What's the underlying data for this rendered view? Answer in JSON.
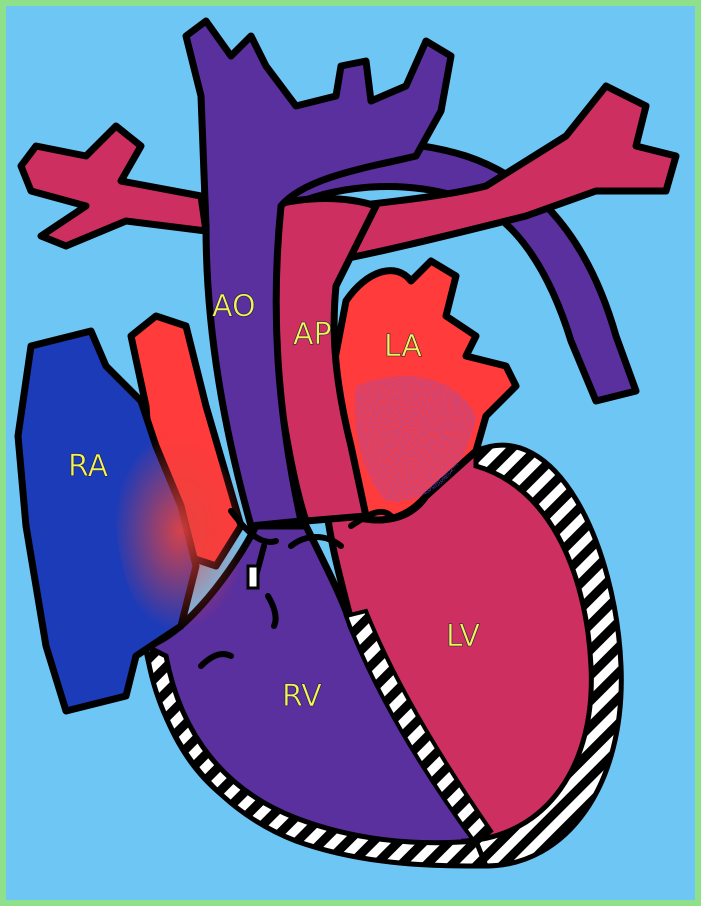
{
  "colors": {
    "frame": "#8fe08a",
    "background": "#6ec6f5",
    "outline": "#000000",
    "right_atrium": "#1c3bb8",
    "mixed_blood": "#5a2f9e",
    "oxygenated_blood": "#cc2f60",
    "left_atrium": "#ff3b3b",
    "muscle_wall": "#ffffff",
    "label_text": "#f2f25a"
  },
  "labels": {
    "ao": "AO",
    "ap": "AP",
    "la": "LA",
    "ra": "RA",
    "lv": "LV",
    "rv": "RV"
  }
}
